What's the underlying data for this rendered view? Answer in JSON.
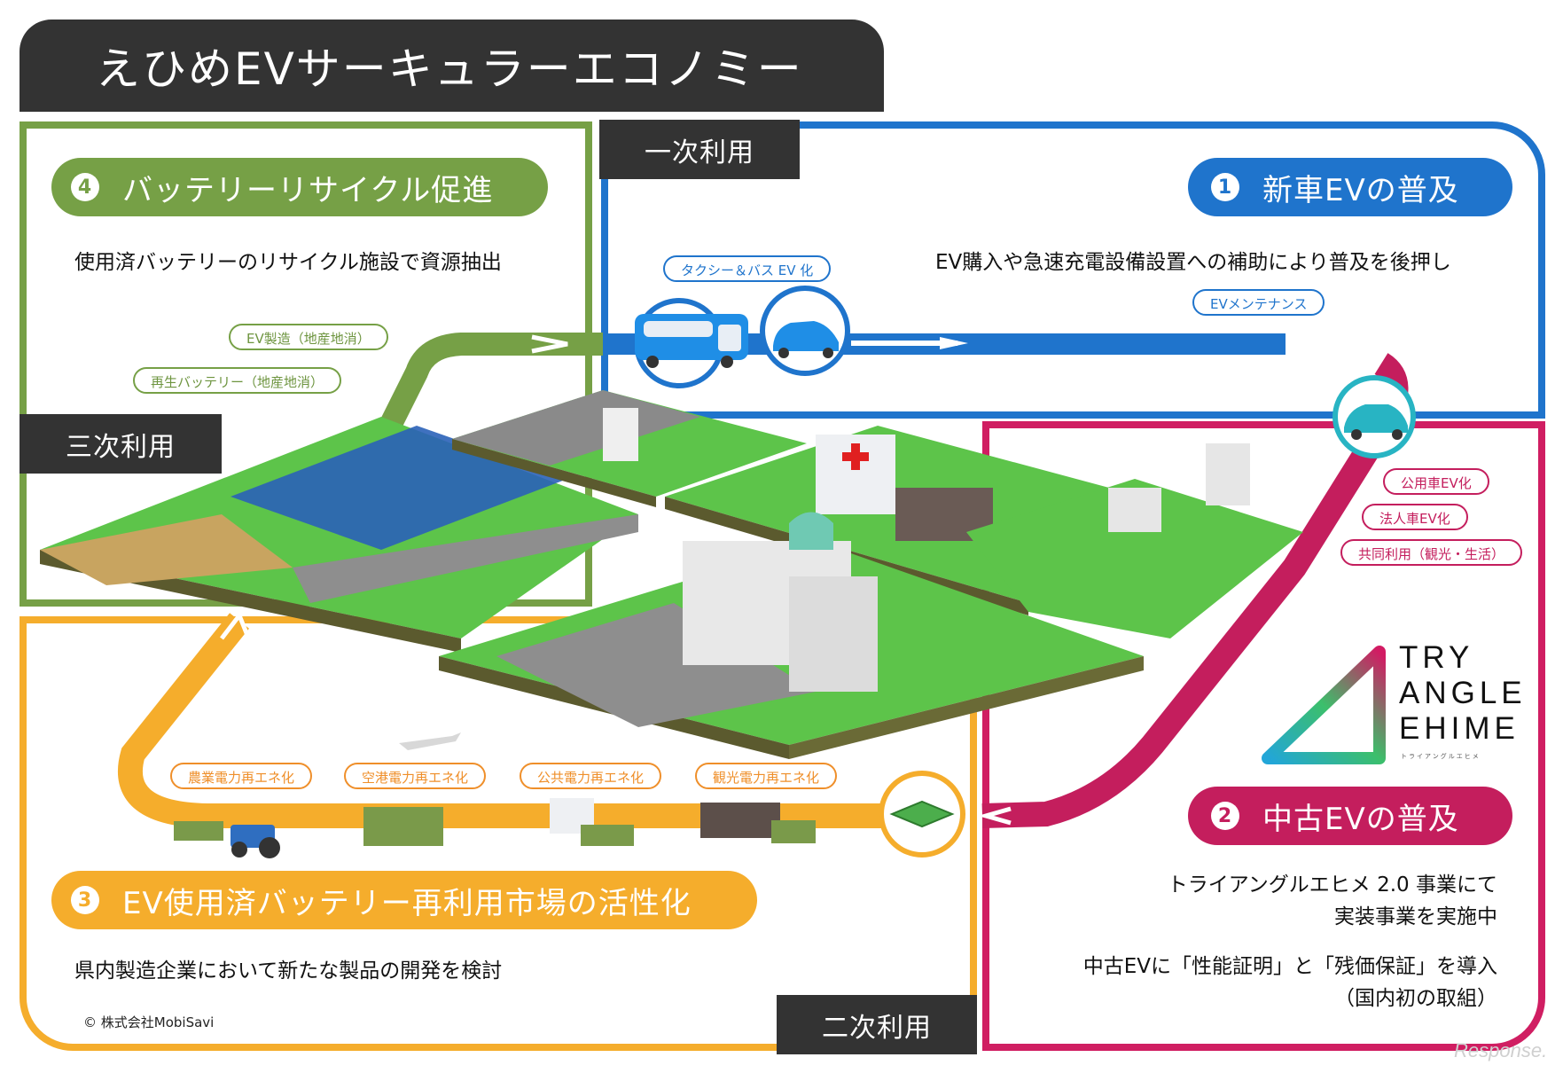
{
  "title": "えひめEVサーキュラーエコノミー",
  "colors": {
    "dark": "#333333",
    "blue": "#1f74cc",
    "pink": "#c41e5d",
    "yellow": "#f5ad2c",
    "green": "#76a046",
    "teal": "#28b4c3",
    "orange_text": "#ef8f2a"
  },
  "usage_labels": {
    "primary": "一次利用",
    "secondary": "二次利用",
    "tertiary": "三次利用"
  },
  "sections": {
    "s1": {
      "number": "1",
      "title": "新車EVの普及",
      "description": "EV購入や急速充電設備設置への補助により普及を後押し",
      "tags": [
        "タクシー＆バス EV 化",
        "EVメンテナンス"
      ]
    },
    "s2": {
      "number": "2",
      "title": "中古EVの普及",
      "description_lines": [
        "トライアングルエヒメ 2.0 事業にて",
        "実装事業を実施中",
        "中古EVに「性能証明」と「残価保証」を導入",
        "（国内初の取組）"
      ],
      "tags": [
        "公用車EV化",
        "法人車EV化",
        "共同利用（観光・生活）"
      ]
    },
    "s3": {
      "number": "3",
      "title": "EV使用済バッテリー再利用市場の活性化",
      "description": "県内製造企業において新たな製品の開発を検討",
      "tags": [
        "農業電力再エネ化",
        "空港電力再エネ化",
        "公共電力再エネ化",
        "観光電力再エネ化"
      ]
    },
    "s4": {
      "number": "4",
      "title": "バッテリーリサイクル促進",
      "description": "使用済バッテリーのリサイクル施設で資源抽出",
      "tags": [
        "EV製造（地産地消）",
        "再生バッテリー（地産地消）"
      ]
    }
  },
  "illustration": {
    "elements": [
      "bus-icon",
      "taxi-icon",
      "used-ev-icon",
      "battery-pack-icon",
      "solar-farm",
      "airport",
      "hospital",
      "prefectural-office",
      "castle",
      "houses",
      "tractor",
      "battery-stacks"
    ]
  },
  "logo": {
    "lines": [
      "TRY",
      "ANGLE",
      "EHIME"
    ],
    "kana": "トライアングルエヒメ"
  },
  "copyright": "© 株式会社MobiSavi",
  "watermark": "Response."
}
